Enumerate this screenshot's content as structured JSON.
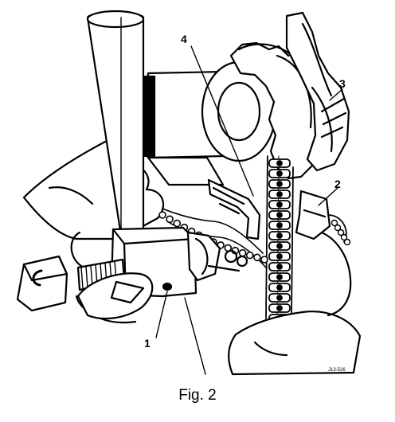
{
  "figure": {
    "caption": "Fig. 2",
    "reference_code": "J13-526",
    "callouts": [
      "1",
      "2",
      "3",
      "4"
    ]
  },
  "colors": {
    "ink": "#000000",
    "paper": "#ffffff"
  }
}
